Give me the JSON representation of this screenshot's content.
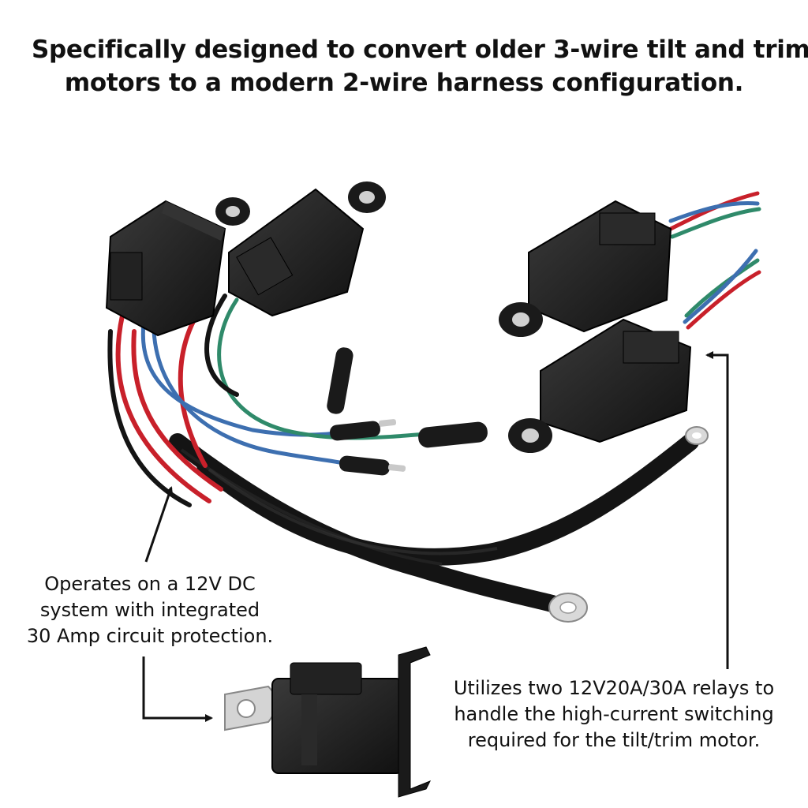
{
  "headline": {
    "line1": "Specifically designed to convert older 3-wire tilt and trim",
    "line2": "motors to a modern 2-wire harness configuration."
  },
  "callout_voltage": {
    "line1": "Operates on a 12V DC",
    "line2": "system with integrated",
    "line3": "30 Amp circuit protection."
  },
  "callout_relays": {
    "line1": "Utilizes two 12V20A/30A relays to",
    "line2": "handle the high-current switching",
    "line3": "required for the tilt/trim motor."
  },
  "colors": {
    "background": "#ffffff",
    "text": "#111111",
    "wire_red": "#c8202a",
    "wire_blue": "#3d6fb0",
    "wire_green": "#2f8a6a",
    "wire_black": "#141414",
    "relay_body": "#1c1c1c"
  }
}
